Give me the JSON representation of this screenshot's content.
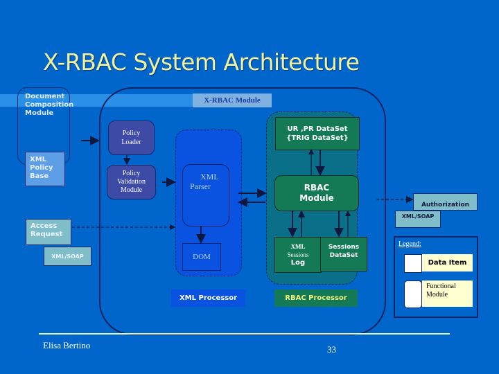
{
  "slide": {
    "title": "X-RBAC System Architecture",
    "footer": {
      "author": "Elisa Bertino",
      "page_number": "33"
    }
  },
  "diagram": {
    "document_composition_module": {
      "label": "Document Composition Module"
    },
    "xml_policy_base": {
      "label": "XML Policy Base"
    },
    "access_request": {
      "label": "Access Request"
    },
    "xml_soap_left": {
      "label": "XML/SOAP"
    },
    "xrbac_module": {
      "label": "X-RBAC Module"
    },
    "policy_loader": {
      "label": "Policy Loader"
    },
    "policy_validation_module": {
      "label": "Policy Validation Module"
    },
    "xml_parser": {
      "label_line1": "XML",
      "label_line2": "Parser"
    },
    "dom": {
      "label": "DOM"
    },
    "xml_processor": {
      "label": "XML Processor"
    },
    "ur_pr_dataset": {
      "label_line1": "UR ,PR DataSet",
      "label_line2": "{TRIG DataSet}"
    },
    "rbac_module": {
      "label_line1": "RBAC",
      "label_line2": "Module"
    },
    "xml_sessions_log": {
      "label_line1": "XML",
      "label_line2": "Sessions",
      "label_line3": "Log"
    },
    "sessions_dataset": {
      "label_line1": "Sessions",
      "label_line2": "DataSet"
    },
    "rbac_processor": {
      "label": "RBAC Processor"
    },
    "authorization": {
      "label": "Authorization"
    },
    "xml_soap_right": {
      "label": "XML/SOAP"
    },
    "legend": {
      "title": "Legend:",
      "items": [
        {
          "label": "Data Item",
          "shape": "square"
        },
        {
          "label": "Functional Module",
          "shape": "rounded"
        }
      ]
    },
    "colors": {
      "background": "#0066cc",
      "title": "#f2f29a",
      "rbac_green": "#137a55",
      "rbac_region": "#0a6f88",
      "xml_blue": "#0a52e0",
      "functional_purple": "#3d4aa6",
      "io_teal": "#7fbdc9",
      "legend_fill": "#ffffd0"
    }
  }
}
